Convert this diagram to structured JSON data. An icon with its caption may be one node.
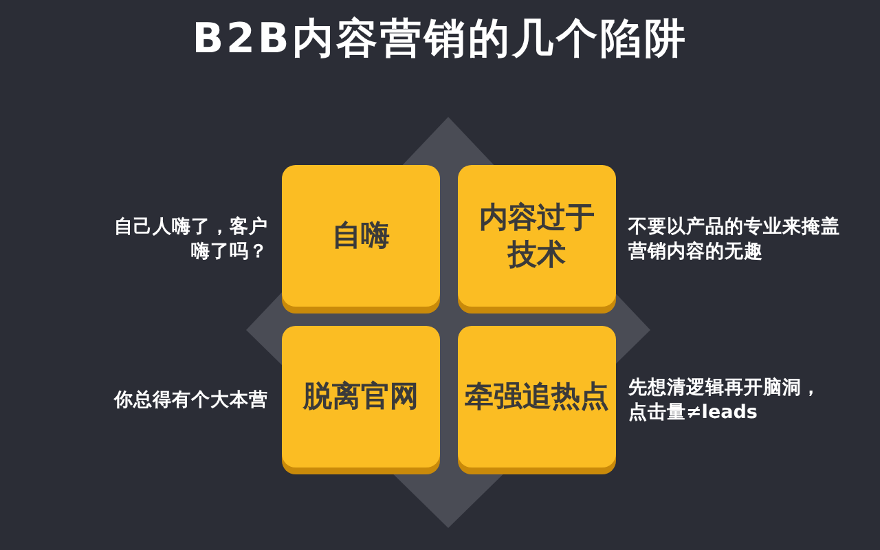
{
  "diagram": {
    "title": "B2B内容营销的几个陷阱",
    "nodes": [
      {
        "text": [
          "自嗨"
        ],
        "beside": [
          "自己人嗨了，客户嗨了吗？"
        ]
      },
      {
        "text": [
          "内容过于技术"
        ],
        "beside": [
          "不要以产品的专业来掩盖营销内容的无趣"
        ]
      },
      {
        "text": [
          "脱离官网"
        ],
        "beside": [
          "你总得有个大本营"
        ]
      },
      {
        "text": [
          "牵强追热点"
        ],
        "beside": [
          "先想清逻辑再开脑洞，点击量≠leads"
        ]
      }
    ]
  }
}
